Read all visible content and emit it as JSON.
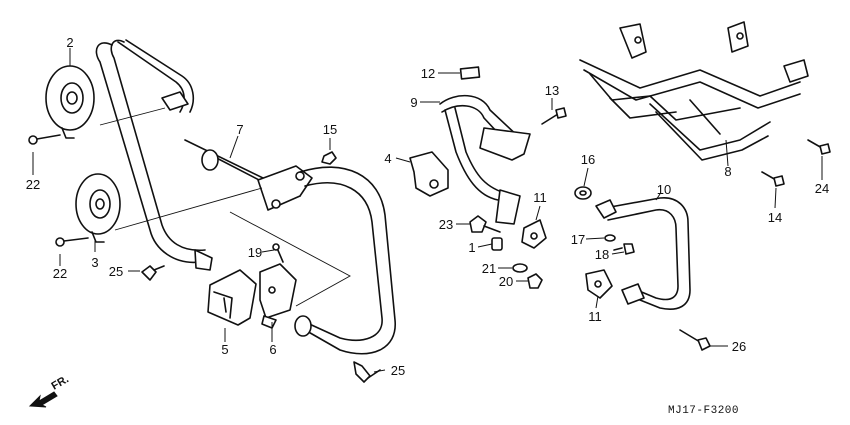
{
  "diagram_code": "MJ17-F3200",
  "front_indicator": "FR.",
  "callouts": [
    {
      "id": "c2",
      "label": "2"
    },
    {
      "id": "c22a",
      "label": "22"
    },
    {
      "id": "c22b",
      "label": "22"
    },
    {
      "id": "c3",
      "label": "3"
    },
    {
      "id": "c7",
      "label": "7"
    },
    {
      "id": "c15",
      "label": "15"
    },
    {
      "id": "c25a",
      "label": "25"
    },
    {
      "id": "c19",
      "label": "19"
    },
    {
      "id": "c5",
      "label": "5"
    },
    {
      "id": "c6",
      "label": "6"
    },
    {
      "id": "c25b",
      "label": "25"
    },
    {
      "id": "c12",
      "label": "12"
    },
    {
      "id": "c9",
      "label": "9"
    },
    {
      "id": "c13",
      "label": "13"
    },
    {
      "id": "c4",
      "label": "4"
    },
    {
      "id": "c11a",
      "label": "11"
    },
    {
      "id": "c23",
      "label": "23"
    },
    {
      "id": "c1",
      "label": "1"
    },
    {
      "id": "c21",
      "label": "21"
    },
    {
      "id": "c20",
      "label": "20"
    },
    {
      "id": "c16",
      "label": "16"
    },
    {
      "id": "c10",
      "label": "10"
    },
    {
      "id": "c17",
      "label": "17"
    },
    {
      "id": "c18",
      "label": "18"
    },
    {
      "id": "c11b",
      "label": "11"
    },
    {
      "id": "c26",
      "label": "26"
    },
    {
      "id": "c8",
      "label": "8"
    },
    {
      "id": "c24",
      "label": "24"
    },
    {
      "id": "c14",
      "label": "14"
    }
  ]
}
